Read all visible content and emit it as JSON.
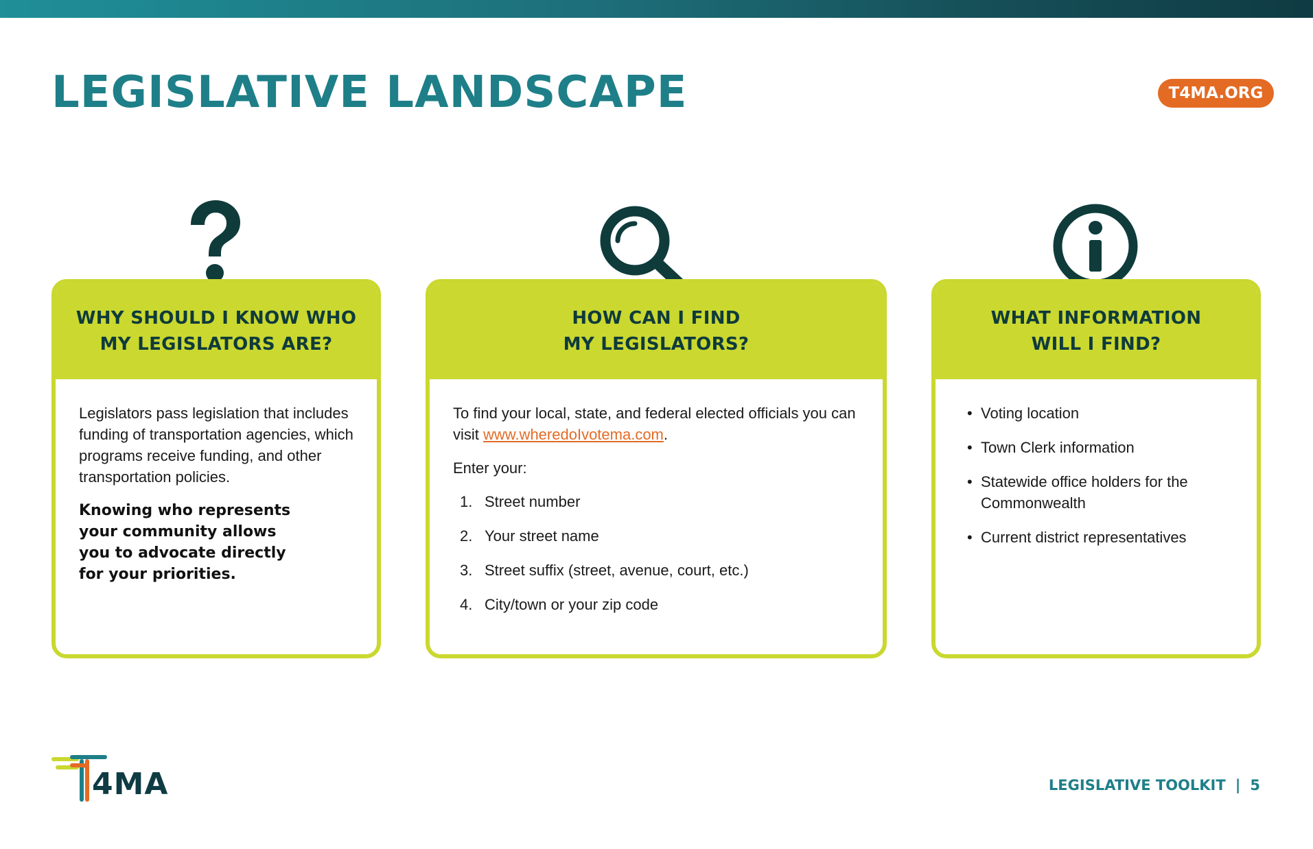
{
  "header": {
    "title": "LEGISLATIVE LANDSCAPE",
    "site": "T4MA.ORG"
  },
  "colors": {
    "teal": "#1e7f88",
    "dark_teal": "#0f3b43",
    "lime": "#cad82f",
    "orange": "#e36b24"
  },
  "cards": [
    {
      "icon": "question-mark-icon",
      "heading_line1": "WHY SHOULD I KNOW WHO",
      "heading_line2": "MY LEGISLATORS ARE?",
      "paragraph": "Legislators pass legislation that includes funding of transportation agencies, which programs receive funding, and other transportation policies.",
      "bold_paragraph": "Knowing who represents your community allows you to advocate directly for your priorities."
    },
    {
      "icon": "magnifying-glass-icon",
      "heading_line1": "HOW CAN I FIND",
      "heading_line2": "MY LEGISLATORS?",
      "intro_before_link": "To find your local, state, and federal elected officials you can visit ",
      "link_text": "www.wheredoIvotema.com",
      "intro_after_link": ".",
      "enter_label": "Enter your:",
      "steps": [
        {
          "num": "1.",
          "text": "Street number"
        },
        {
          "num": "2.",
          "text": "Your street name"
        },
        {
          "num": "3.",
          "text": "Street suffix (street, avenue, court, etc.)"
        },
        {
          "num": "4.",
          "text": "City/town or your zip code"
        }
      ]
    },
    {
      "icon": "info-icon",
      "heading_line1": "WHAT INFORMATION",
      "heading_line2": "WILL I FIND?",
      "bullets": [
        "Voting location",
        "Town Clerk information",
        "Statewide office holders for the Commonwealth",
        "Current district representatives"
      ]
    }
  ],
  "logo": {
    "text": "4MA"
  },
  "footer": {
    "label": "LEGISLATIVE TOOLKIT",
    "separator": "|",
    "page": "5"
  }
}
